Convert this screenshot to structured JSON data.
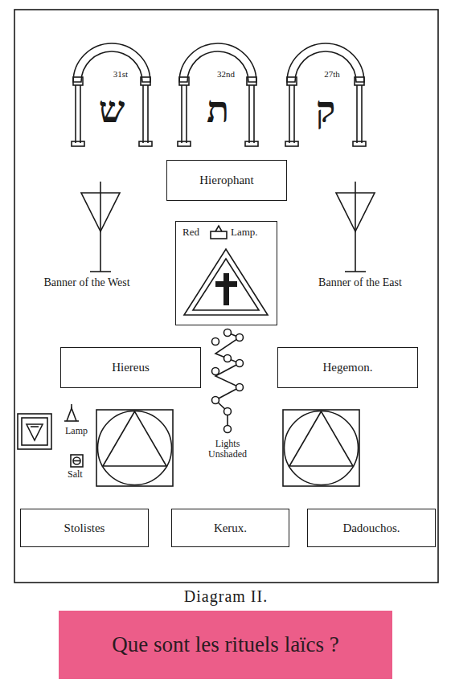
{
  "diagram": {
    "caption": "Diagram II.",
    "nodes": [
      {
        "text": [
          "Hierophant"
        ]
      },
      {
        "text": [
          "Red",
          "Lamp."
        ]
      },
      {
        "text": [
          "Hiereus"
        ]
      },
      {
        "text": [
          "Hegemon."
        ]
      },
      {
        "text": [
          "Stolistes"
        ]
      },
      {
        "text": [
          "Kerux."
        ]
      },
      {
        "text": [
          "Dadouchos."
        ]
      },
      {
        "text": [
          "Que sont les rituels laïcs ?"
        ]
      }
    ],
    "labels": [
      "31st",
      "ש",
      "32nd",
      "ת",
      "27th",
      "ק",
      "Banner of the West",
      "Banner of the East",
      "Lamp",
      "Salt",
      "Lights Unshaded"
    ]
  }
}
